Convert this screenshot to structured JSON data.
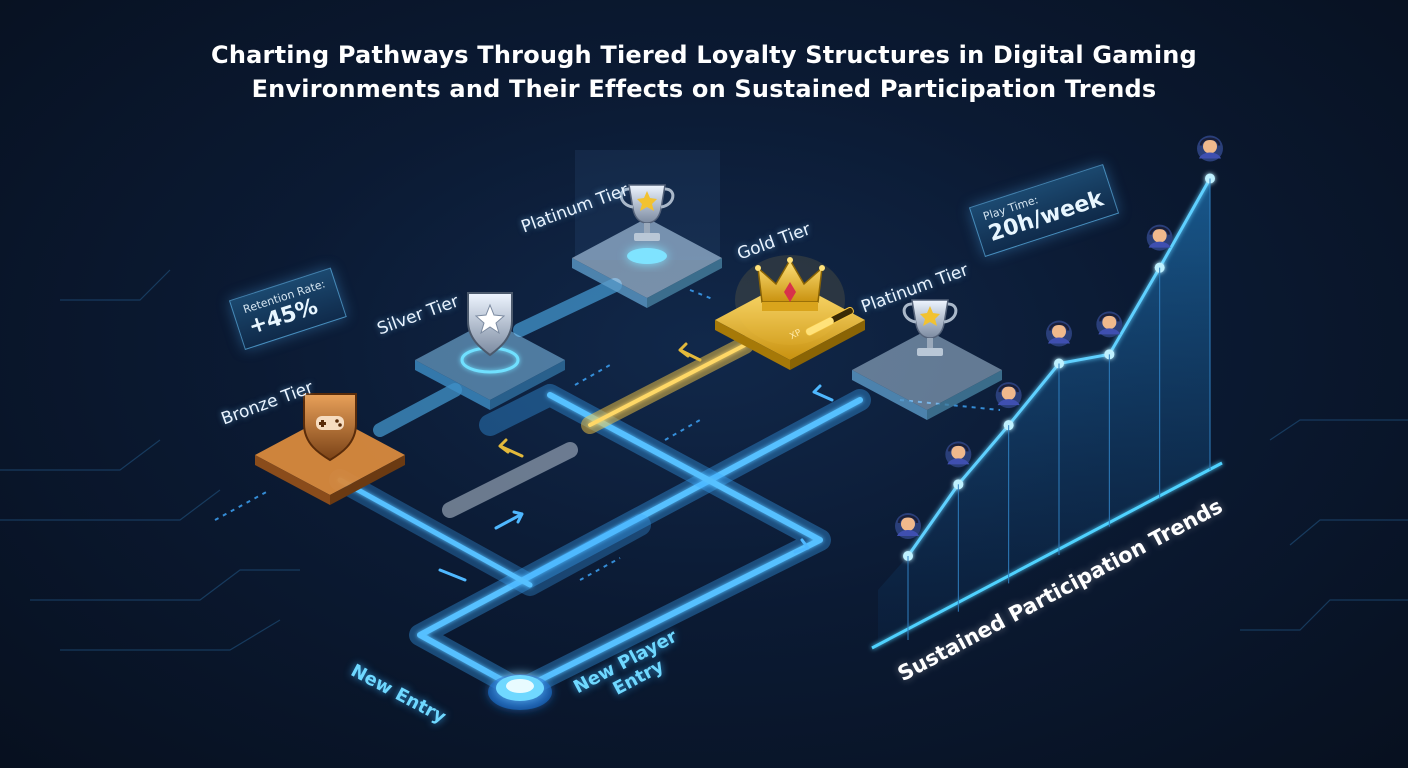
{
  "title": {
    "line1": "Charting Pathways Through Tiered Loyalty Structures in Digital Gaming",
    "line2": "Environments and Their Effects on Sustained Participation Trends"
  },
  "tiers": {
    "bronze": "Bronze Tier",
    "silver": "Silver Tier",
    "platinum_top": "Platinum Tier",
    "gold": "Gold Tier",
    "platinum_right": "Platinum Tier"
  },
  "entries": {
    "left": "New Entry",
    "right_line1": "New Player",
    "right_line2": "Entry"
  },
  "stats": {
    "retention_label": "Retention Rate:",
    "retention_value": "+45%",
    "playtime_label": "Play Time:",
    "playtime_value": "20h/week"
  },
  "gold_bar_label": "XP",
  "trend_title": "Sustained Participation Trends",
  "trend_points": [
    0.0,
    0.18,
    0.31,
    0.45,
    0.38,
    0.62,
    0.87
  ],
  "colors": {
    "path_blue": "#3aa8ff",
    "path_gold": "#f5c542",
    "path_silver": "#b9c7d6",
    "bronze": "#c77a3a",
    "gold": "#f2c230",
    "platinum": "#dbe9f7",
    "glow": "#4fd2ff"
  },
  "icons": [
    "controller-shield-icon",
    "star-shield-icon",
    "trophy-icon",
    "crown-icon",
    "player-avatar-icon"
  ]
}
